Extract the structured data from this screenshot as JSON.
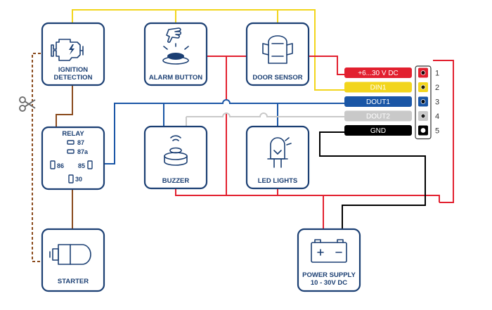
{
  "components": {
    "ignition": {
      "line1": "IGNITION",
      "line2": "DETECTION"
    },
    "alarm": {
      "label": "ALARM BUTTON"
    },
    "door": {
      "label": "DOOR SENSOR"
    },
    "relay": {
      "label": "RELAY",
      "pin87": "87",
      "pin87a": "87a",
      "pin86": "86",
      "pin85": "85",
      "pin30": "30"
    },
    "buzzer": {
      "label": "BUZZER"
    },
    "led": {
      "label": "LED LIGHTS"
    },
    "starter": {
      "label": "STARTER"
    },
    "power": {
      "line1": "POWER SUPPLY",
      "line2": "10 - 30V DC"
    }
  },
  "connector": {
    "pins": [
      {
        "label": "+6...30 V DC",
        "number": "1",
        "color": "#e2202f"
      },
      {
        "label": "DIN1",
        "number": "2",
        "color": "#f2d51c"
      },
      {
        "label": "DOUT1",
        "number": "3",
        "color": "#1a56a6"
      },
      {
        "label": "DOUT2",
        "number": "4",
        "color": "#c9c9c9"
      },
      {
        "label": "GND",
        "number": "5",
        "color": "#000000"
      }
    ]
  },
  "wire_colors": {
    "red": "#e2202f",
    "yellow": "#f2d51c",
    "blue": "#1a56a6",
    "gray": "#c9c9c9",
    "black": "#000000",
    "brown": "#8a4a1c"
  }
}
